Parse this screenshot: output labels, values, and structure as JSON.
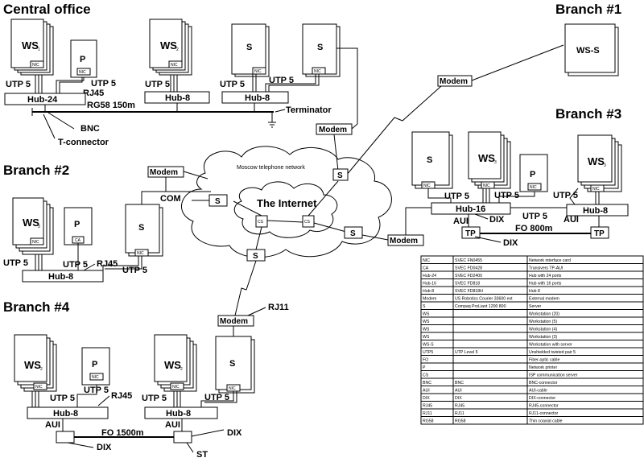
{
  "titles": {
    "central": "Central office",
    "b1": "Branch #1",
    "b2": "Branch #2",
    "b3": "Branch #3",
    "b4": "Branch #4"
  },
  "devices": {
    "ws": "WS",
    "s": "S",
    "p": "P",
    "nic": "NIC",
    "ca": "CA",
    "ws_s": "WS-S",
    "modem": "Modem",
    "tp": "TP",
    "cs": "CS"
  },
  "subs": {
    "one": "1",
    "two": "2",
    "three": "3"
  },
  "hubs": {
    "h24": "Hub-24",
    "h16": "Hub-16",
    "h8": "Hub-8"
  },
  "labels": {
    "utp5": "UTP 5",
    "rj45": "RJ45",
    "rg58": "RG58  150m",
    "terminator": "Terminator",
    "bnc": "BNC",
    "tconn": "T-connector",
    "com": "COM",
    "aui": "AUI",
    "dix": "DIX",
    "fo800": "FO  800m",
    "fo1500": "FO  1500m",
    "st": "ST",
    "rj11": "RJ11",
    "moscow": "Moscow telephone network",
    "internet": "The Internet"
  },
  "legend": [
    [
      "NIC",
      "SVEC FN0455",
      "Network interface card"
    ],
    [
      "CA",
      "SVEC FD0428",
      "Transivers TP-AUI"
    ],
    [
      "Hub-24",
      "SVEC FD2400",
      "Hub with 24 ports"
    ],
    [
      "Hub-16",
      "SVEC FD818",
      "Hub with 16 ports"
    ],
    [
      "Hub-8",
      "SVEC FD818H",
      "Hub 8"
    ],
    [
      "Modem",
      "US Robotics Courier 33600 ext",
      "External modem"
    ],
    [
      "S",
      "Compaq ProLiant 1200 800",
      "Server"
    ],
    [
      "WS",
      "",
      "Workstation (20)"
    ],
    [
      "WS",
      "",
      "Workstation (5)"
    ],
    [
      "WS",
      "",
      "Workstation (4)"
    ],
    [
      "WS",
      "",
      "Workstation (3)"
    ],
    [
      "WS-S",
      "",
      "Workstation with server"
    ],
    [
      "UTP5",
      "UTP Level 5",
      "Unshielded twisted pair 5"
    ],
    [
      "FO",
      "",
      "Fiber-optic cable"
    ],
    [
      "P",
      "",
      "Network printer"
    ],
    [
      "CS",
      "",
      "ISP communication server"
    ],
    [
      "BNC",
      "BNC",
      "BNC-connector"
    ],
    [
      "AUI",
      "AUI",
      "AUI-cable"
    ],
    [
      "DIX",
      "DIX",
      "DIX-connector"
    ],
    [
      "RJ45",
      "RJ45",
      "RJ45-connector"
    ],
    [
      "RJ11",
      "RJ11",
      "RJ11-connector"
    ],
    [
      "RG58",
      "RG58",
      "Thin coaxial cable"
    ]
  ]
}
